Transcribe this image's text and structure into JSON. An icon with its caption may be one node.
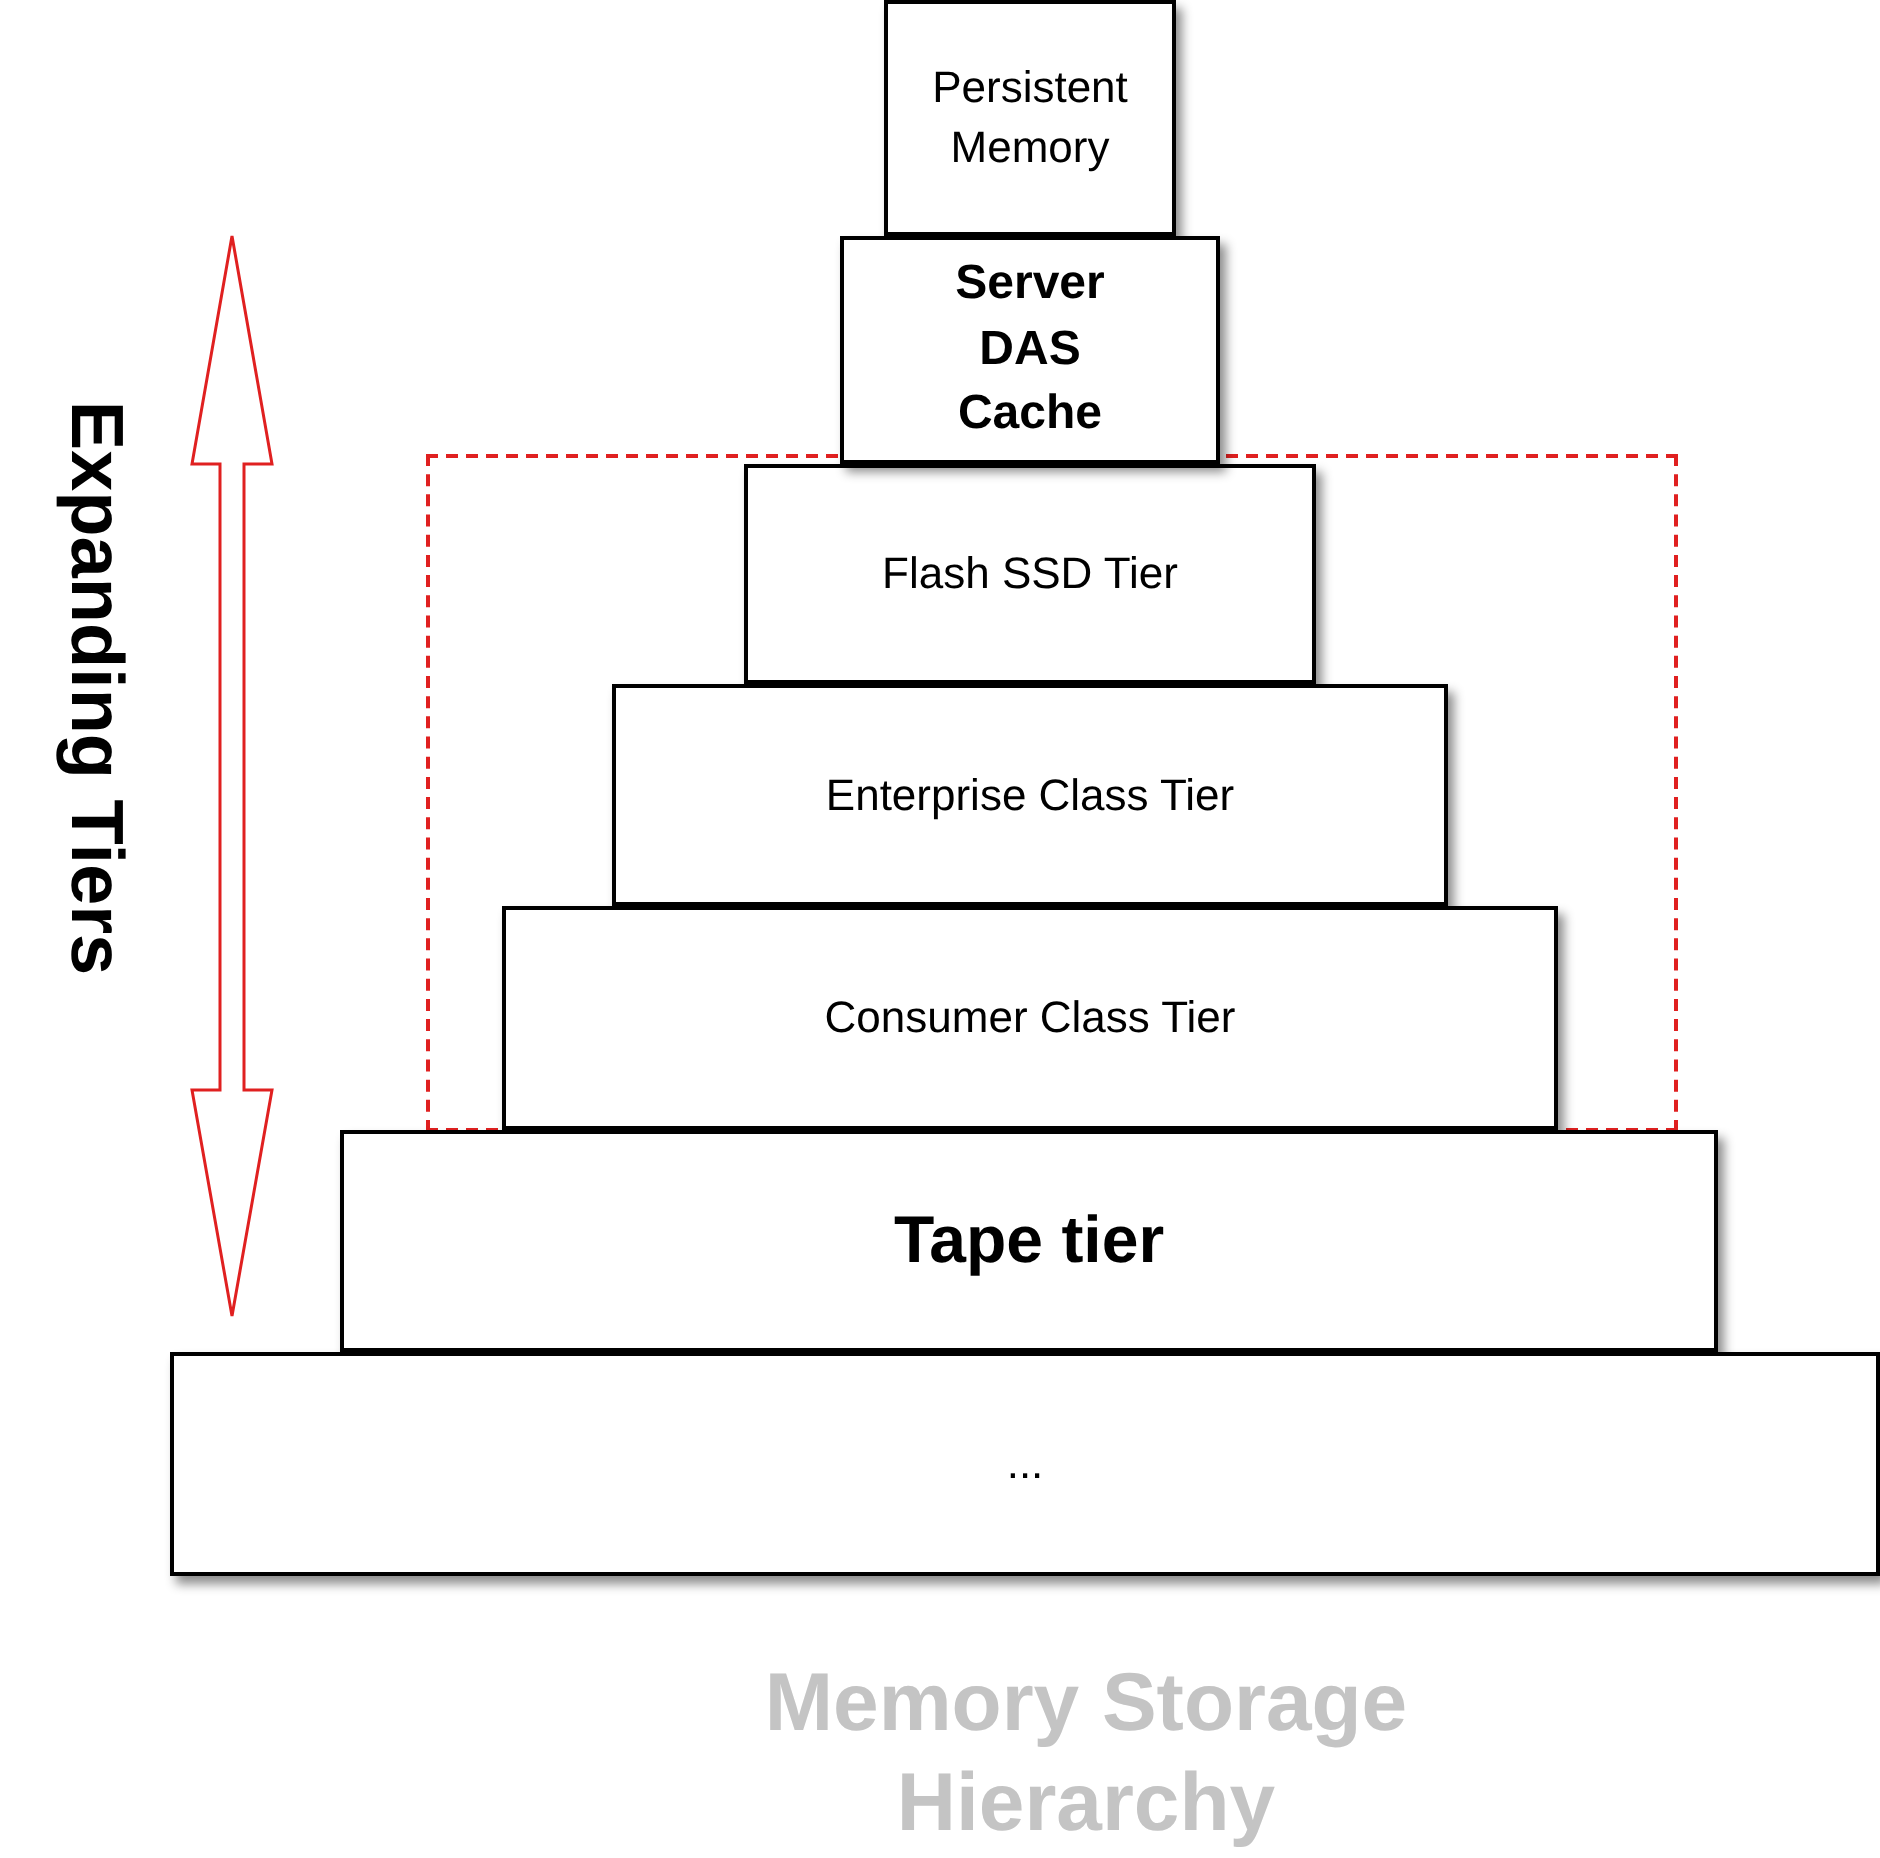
{
  "diagram": {
    "caption": "Memory Storage Hierarchy",
    "nodes": [
      {
        "text": [
          "Persistent Memory"
        ]
      },
      {
        "text": [
          "Server DAS Cache"
        ]
      },
      {
        "text": [],
        "shape": "box"
      },
      {
        "text": [
          "Flash SSD Tier"
        ],
        "in": 2
      },
      {
        "text": [
          "Enterprise Class Tier"
        ],
        "in": 2
      },
      {
        "text": [
          "Consumer Class Tier"
        ],
        "in": 2
      },
      {
        "text": [
          "Tape tier"
        ]
      },
      {
        "text": [
          "..."
        ]
      }
    ],
    "edges": [],
    "labels": [
      "Expanding Tiers"
    ]
  }
}
